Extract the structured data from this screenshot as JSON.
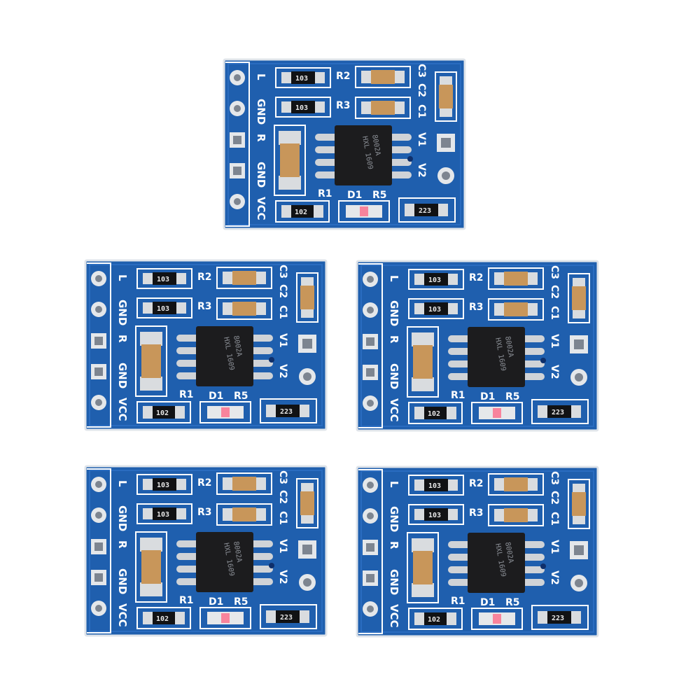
{
  "image": {
    "description_free": true,
    "boards": [
      {
        "id": "board-top",
        "pin_labels": [
          "L",
          "GND",
          "R",
          "GND",
          "VCC"
        ],
        "silkscreen": {
          "r2": "R2",
          "r3": "R3",
          "c3": "C3",
          "c2": "C2",
          "c1": "C1",
          "v1": "V1",
          "v2": "V2",
          "r1": "R1",
          "d1": "D1",
          "r5": "R5"
        },
        "resistor_codes": {
          "r2": "103",
          "r3": "103",
          "r1": "102",
          "r5": "223"
        },
        "chip": {
          "line1": "8002A",
          "line2": "HXL 1609"
        }
      },
      {
        "id": "board-mid-left",
        "pin_labels": [
          "L",
          "GND",
          "R",
          "GND",
          "VCC"
        ],
        "silkscreen": {
          "r2": "R2",
          "r3": "R3",
          "c3": "C3",
          "c2": "C2",
          "c1": "C1",
          "v1": "V1",
          "v2": "V2",
          "r1": "R1",
          "d1": "D1",
          "r5": "R5"
        },
        "resistor_codes": {
          "r2": "103",
          "r3": "103",
          "r1": "102",
          "r5": "223"
        },
        "chip": {
          "line1": "8002A",
          "line2": "HXL 1609"
        }
      },
      {
        "id": "board-mid-right",
        "pin_labels": [
          "L",
          "GND",
          "R",
          "GND",
          "VCC"
        ],
        "silkscreen": {
          "r2": "R2",
          "r3": "R3",
          "c3": "C3",
          "c2": "C2",
          "c1": "C1",
          "v1": "V1",
          "v2": "V2",
          "r1": "R1",
          "d1": "D1",
          "r5": "R5"
        },
        "resistor_codes": {
          "r2": "103",
          "r3": "103",
          "r1": "102",
          "r5": "223"
        },
        "chip": {
          "line1": "8002A",
          "line2": "HXL 1609"
        }
      },
      {
        "id": "board-bottom-left",
        "pin_labels": [
          "L",
          "GND",
          "R",
          "GND",
          "VCC"
        ],
        "silkscreen": {
          "r2": "R2",
          "r3": "R3",
          "c3": "C3",
          "c2": "C2",
          "c1": "C1",
          "v1": "V1",
          "v2": "V2",
          "r1": "R1",
          "d1": "D1",
          "r5": "R5"
        },
        "resistor_codes": {
          "r2": "103",
          "r3": "103",
          "r1": "102",
          "r5": "223"
        },
        "chip": {
          "line1": "8002A",
          "line2": "HXL 1609"
        }
      },
      {
        "id": "board-bottom-right",
        "pin_labels": [
          "L",
          "GND",
          "R",
          "GND",
          "VCC"
        ],
        "silkscreen": {
          "r2": "R2",
          "r3": "R3",
          "c3": "C3",
          "c2": "C2",
          "c1": "C1",
          "v1": "V1",
          "v2": "V2",
          "r1": "R1",
          "d1": "D1",
          "r5": "R5"
        },
        "resistor_codes": {
          "r2": "103",
          "r3": "103",
          "r1": "102",
          "r5": "223"
        },
        "chip": {
          "line1": "8002A",
          "line2": "HXL 1609"
        }
      }
    ]
  },
  "colors": {
    "background": "#ffffff",
    "pcb": "#1f5fae",
    "pcb_trace": "#2a6cc0",
    "silkscreen": "#ffffff",
    "pad": "#d9dcdf",
    "chip": "#1c1c1e",
    "capacitor": "#c8965a"
  }
}
